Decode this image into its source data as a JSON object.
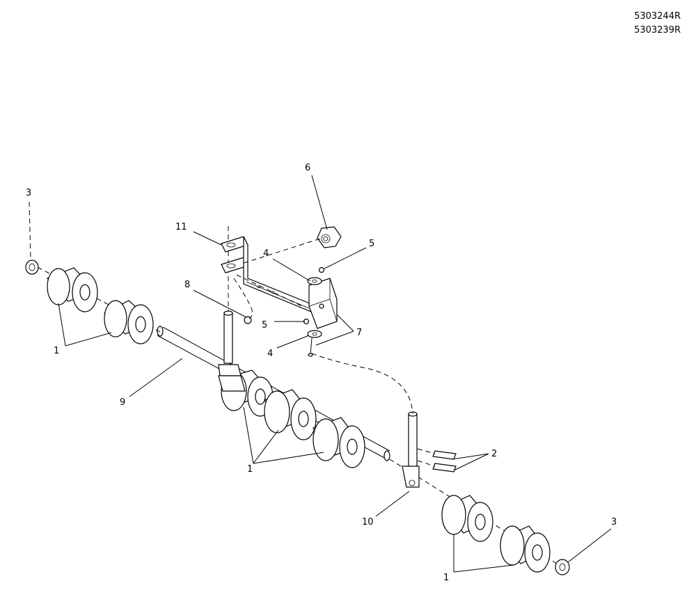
{
  "part_numbers": [
    "5303244R",
    "5303239R"
  ],
  "callouts": {
    "c1a": "1",
    "c1b": "1",
    "c1c": "1",
    "c2": "2",
    "c3a": "3",
    "c3b": "3",
    "c4a": "4",
    "c4b": "4",
    "c5a": "5",
    "c5b": "5",
    "c6": "6",
    "c7": "7",
    "c8": "8",
    "c9": "9",
    "c10": "10",
    "c11": "11"
  }
}
